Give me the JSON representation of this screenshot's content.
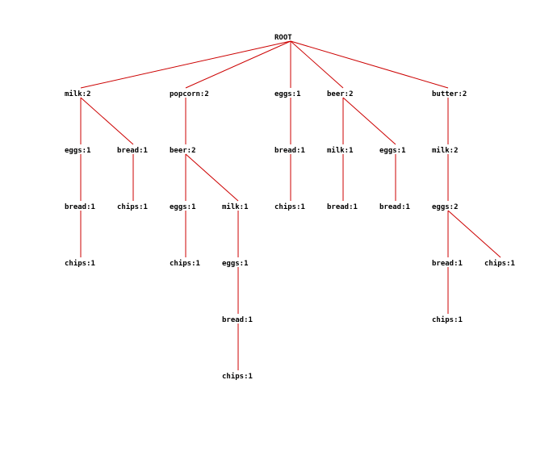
{
  "edge_color": "#cc0000",
  "text_color": "#000000",
  "tree": {
    "label": "ROOT",
    "children": [
      {
        "label": "milk:2",
        "children": [
          {
            "label": "eggs:1",
            "children": [
              {
                "label": "bread:1",
                "children": [
                  {
                    "label": "chips:1",
                    "children": []
                  }
                ]
              }
            ]
          },
          {
            "label": "bread:1",
            "children": [
              {
                "label": "chips:1",
                "children": []
              }
            ]
          }
        ]
      },
      {
        "label": "popcorn:2",
        "children": [
          {
            "label": "beer:2",
            "children": [
              {
                "label": "eggs:1",
                "children": [
                  {
                    "label": "chips:1",
                    "children": []
                  }
                ]
              },
              {
                "label": "milk:1",
                "children": [
                  {
                    "label": "eggs:1",
                    "children": [
                      {
                        "label": "bread:1",
                        "children": [
                          {
                            "label": "chips:1",
                            "children": []
                          }
                        ]
                      }
                    ]
                  }
                ]
              }
            ]
          }
        ]
      },
      {
        "label": "eggs:1",
        "children": [
          {
            "label": "bread:1",
            "children": [
              {
                "label": "chips:1",
                "children": []
              }
            ]
          }
        ]
      },
      {
        "label": "beer:2",
        "children": [
          {
            "label": "milk:1",
            "children": [
              {
                "label": "bread:1",
                "children": []
              }
            ]
          },
          {
            "label": "eggs:1",
            "children": [
              {
                "label": "bread:1",
                "children": []
              }
            ]
          }
        ]
      },
      {
        "label": "butter:2",
        "children": [
          {
            "label": "milk:2",
            "children": [
              {
                "label": "eggs:2",
                "children": [
                  {
                    "label": "bread:1",
                    "children": [
                      {
                        "label": "chips:1",
                        "children": []
                      }
                    ]
                  },
                  {
                    "label": "chips:1",
                    "children": []
                  }
                ]
              }
            ]
          }
        ]
      }
    ]
  }
}
